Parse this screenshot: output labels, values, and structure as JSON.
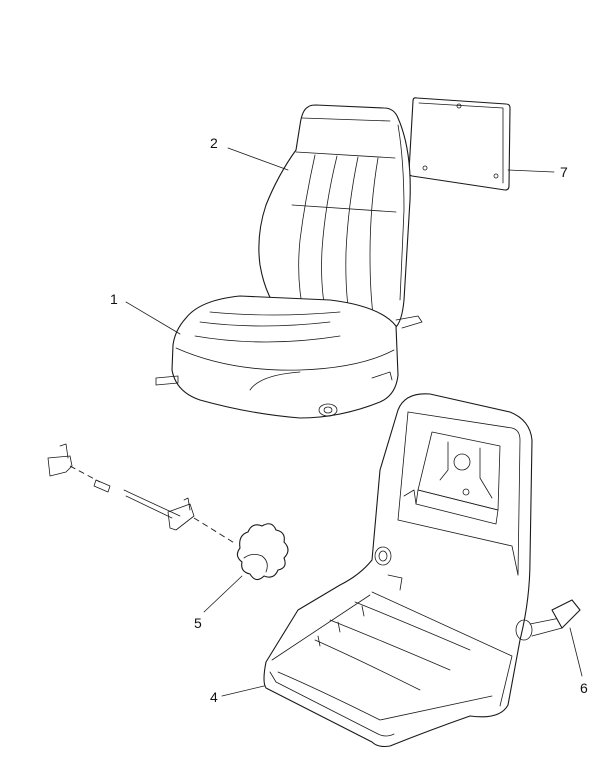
{
  "callouts": [
    {
      "id": "1",
      "label": "1"
    },
    {
      "id": "2",
      "label": "2"
    },
    {
      "id": "4",
      "label": "4"
    },
    {
      "id": "5",
      "label": "5"
    },
    {
      "id": "6",
      "label": "6"
    },
    {
      "id": "7",
      "label": "7"
    }
  ],
  "parts": {
    "seat_cushion": "1",
    "seat_back": "2",
    "frame": "4",
    "knob": "5",
    "recline_handle": "6",
    "back_panel": "7"
  }
}
